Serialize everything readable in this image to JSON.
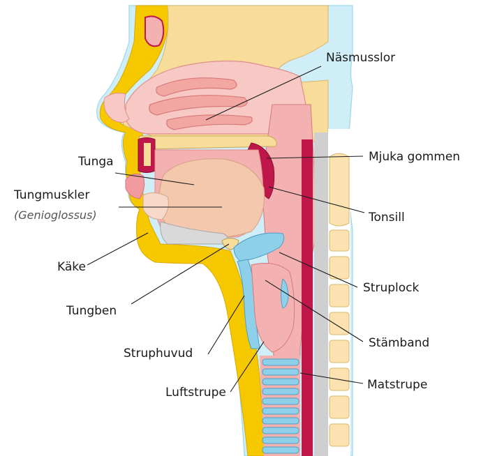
{
  "diagram": {
    "labels": {
      "nasmusslor": "Näsmusslor",
      "tunga": "Tunga",
      "mjuka_gommen": "Mjuka gommen",
      "tungmuskler": "Tungmuskler",
      "genioglossus": "(Genioglossus)",
      "tonsill": "Tonsill",
      "kake": "Käke",
      "struplock": "Struplock",
      "tungben": "Tungben",
      "stamband": "Stämband",
      "struphuvud": "Struphuvud",
      "luftstrupe": "Luftstrupe",
      "matstrupe": "Matstrupe"
    },
    "colors": {
      "skin": "#cfeef8",
      "bone": "#f7dc9a",
      "yellow_tissue": "#f6c800",
      "mucosa": "#f3b1b1",
      "cavity": "#f8c9c4",
      "tongue": "#f3c8ad",
      "muscle": "#c0174a",
      "cartilage": "#8ed0ea",
      "vertebra": "#fbe2b0",
      "disc": "#ffffff"
    }
  }
}
